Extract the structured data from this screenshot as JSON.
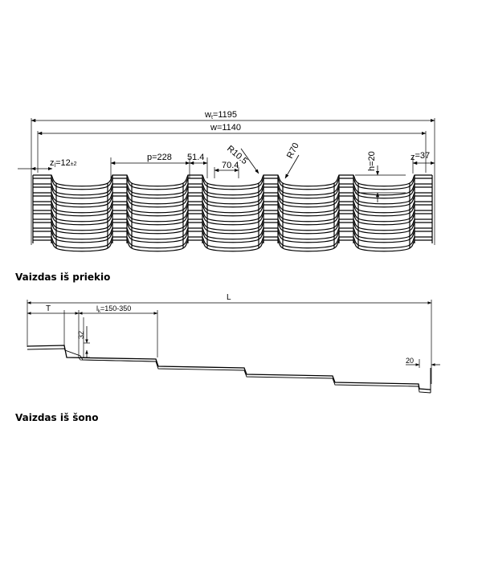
{
  "front_view": {
    "dimensions": {
      "wt": "w",
      "wt_sub": "t",
      "wt_val": "=1195",
      "w": "w=1140",
      "z1": "z",
      "z1_sub": "l",
      "z1_val": "=12",
      "z1_tol": "±2",
      "p": "p=228",
      "d51": "51.4",
      "d70": "70.4",
      "r105": "R10.5",
      "r70": "R70",
      "h": "h=20",
      "z2": "z",
      "z2_val": "=37"
    }
  },
  "caption_front": "Vaizdas iš priekio",
  "side_view": {
    "dimensions": {
      "L": "L",
      "T": "T",
      "lk": "l",
      "lk_sub": "k",
      "lk_val": "=150-350",
      "h32": "32",
      "d20": "20"
    }
  },
  "caption_side": "Vaizdas iš šono"
}
